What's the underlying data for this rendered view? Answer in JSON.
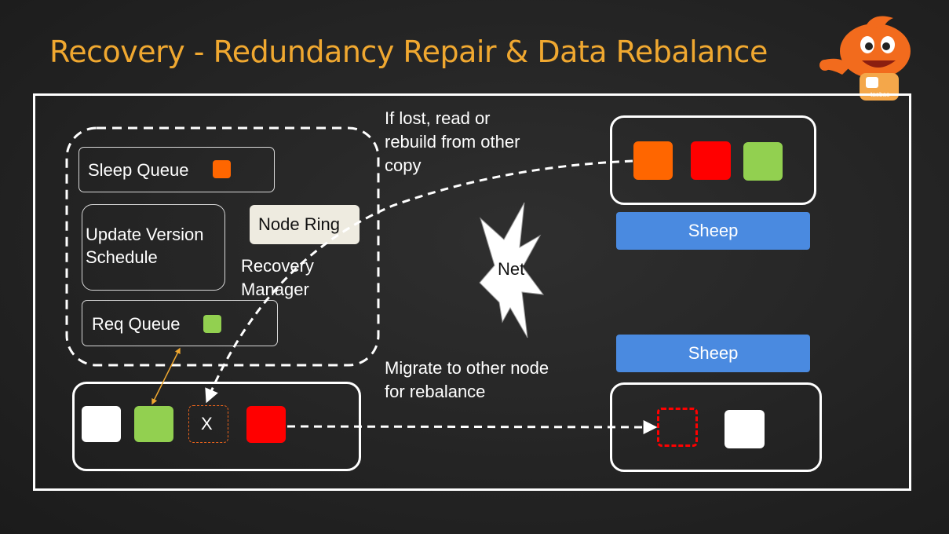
{
  "title": "Recovery - Redundancy Repair & Data Rebalance",
  "manager": {
    "sleep_queue": "Sleep Queue",
    "update_version": "Update Version",
    "schedule": "Schedule",
    "req_queue": "Req Queue",
    "node_ring": "Node Ring",
    "recovery_manager_line1": "Recovery",
    "recovery_manager_line2": "Manager"
  },
  "notes": {
    "lost_line1": "If lost, read or",
    "lost_line2": "rebuild from other",
    "lost_line3": "copy",
    "migrate_line1": "Migrate to other node",
    "migrate_line2": "for rebalance"
  },
  "net_label": "Net",
  "sheep_top": "Sheep",
  "sheep_bottom": "Sheep",
  "missing_cell_mark": "X",
  "colors": {
    "title": "#f0a830",
    "orange": "#ff6600",
    "red": "#ff0000",
    "green": "#92d050",
    "white": "#ffffff",
    "sheep_blue": "#4a8ae0",
    "node_ring_bg": "#eeebe0"
  },
  "mascot": "taobao-mascot-icon"
}
